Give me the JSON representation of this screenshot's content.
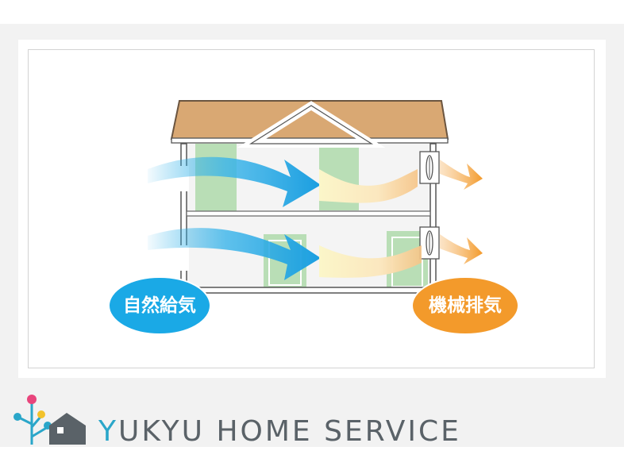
{
  "diagram": {
    "left_label": "自然給気",
    "right_label": "機械排気",
    "colors": {
      "intake_blue": "#1aa9e6",
      "exhaust_orange": "#f39a2b",
      "roof": "#d9a873",
      "room_green": "#b9deb6"
    }
  },
  "brand": {
    "first_letter": "Y",
    "rest_part1": "UKYU H",
    "accent": "-",
    "rest_part2": "OME SERVICE",
    "logo_icons": [
      "tree-icon",
      "house-icon"
    ]
  }
}
